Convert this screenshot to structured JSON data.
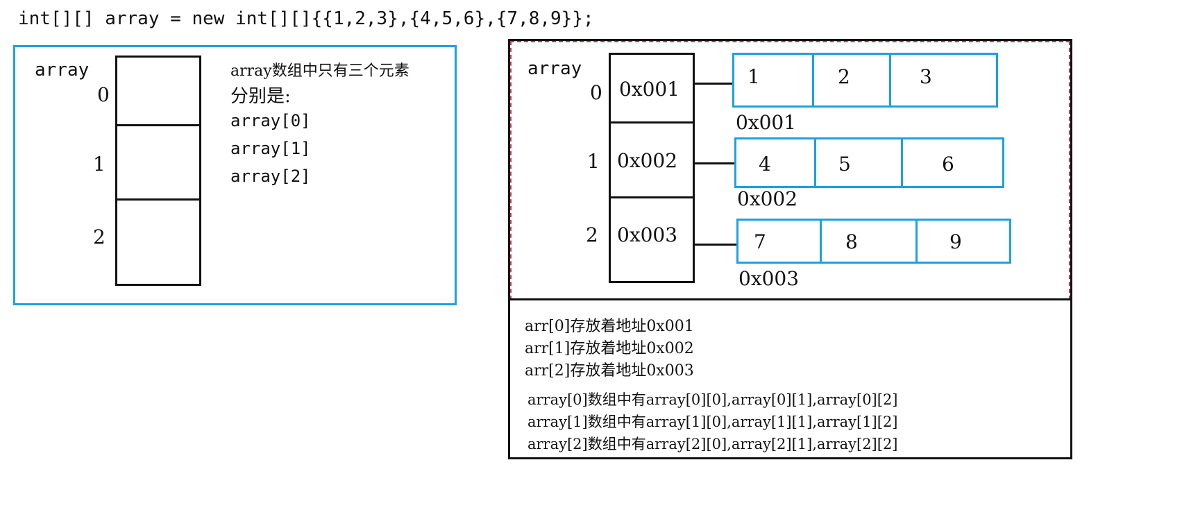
{
  "code": "int[][] array = new int[][]{{1,2,3},{4,5,6},{7,8,9}};",
  "left": {
    "array_label": "array",
    "indices": [
      "0",
      "1",
      "2"
    ],
    "desc": {
      "line1": "array数组中只有三个元素",
      "line2": "分别是:",
      "line3": "array[0]",
      "line4": "array[1]",
      "line5": "array[2]"
    }
  },
  "right": {
    "array_label": "array",
    "indices": [
      "0",
      "1",
      "2"
    ],
    "addresses": [
      "0x001",
      "0x002",
      "0x003"
    ],
    "rows": [
      {
        "values": [
          "1",
          "2",
          "3"
        ],
        "address": "0x001"
      },
      {
        "values": [
          "4",
          "5",
          "6"
        ],
        "address": "0x002"
      },
      {
        "values": [
          "7",
          "8",
          "9"
        ],
        "address": "0x003"
      }
    ],
    "notes": [
      "arr[0]存放着地址0x001",
      "arr[1]存放着地址0x002",
      "arr[2]存放着地址0x003"
    ],
    "elements": [
      "array[0]数组中有array[0][0],array[0][1],array[0][2]",
      "array[1]数组中有array[1][0],array[1][1],array[1][2]",
      "array[2]数组中有array[2][0],array[2][1],array[2][2]"
    ]
  }
}
